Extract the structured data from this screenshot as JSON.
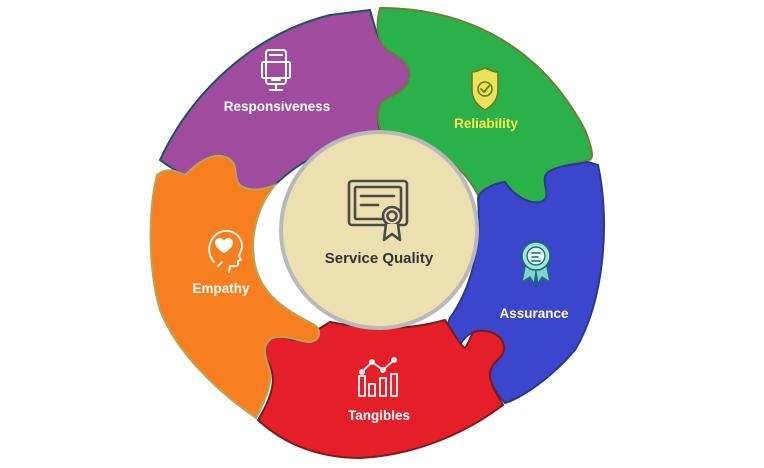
{
  "center": {
    "label": "Service Quality",
    "icon": "certificate-icon",
    "fill": "#EDE0B0",
    "stroke": "#B9B9B9",
    "text_color": "#333333"
  },
  "segments": [
    {
      "key": "responsiveness",
      "label": "Responsiveness",
      "color": "#A04C9E",
      "stroke": "#1F5160",
      "icon": "mobile-device-icon",
      "text_color": "#FFFFFF"
    },
    {
      "key": "reliability",
      "label": "Reliability",
      "color": "#2BB14A",
      "stroke": "#6E7F3A",
      "icon": "shield-check-icon",
      "text_color": "#FFF34A"
    },
    {
      "key": "assurance",
      "label": "Assurance",
      "color": "#3B46CC",
      "stroke": "#2A3A88",
      "icon": "award-badge-icon",
      "text_color": "#FFFFFF"
    },
    {
      "key": "tangibles",
      "label": "Tangibles",
      "color": "#E51F29",
      "stroke": "#7A1A1A",
      "icon": "analytics-chart-icon",
      "text_color": "#FFFFFF"
    },
    {
      "key": "empathy",
      "label": "Empathy",
      "color": "#F77F20",
      "stroke": "#B7A65A",
      "icon": "heart-head-icon",
      "text_color": "#FFFFFF"
    }
  ]
}
